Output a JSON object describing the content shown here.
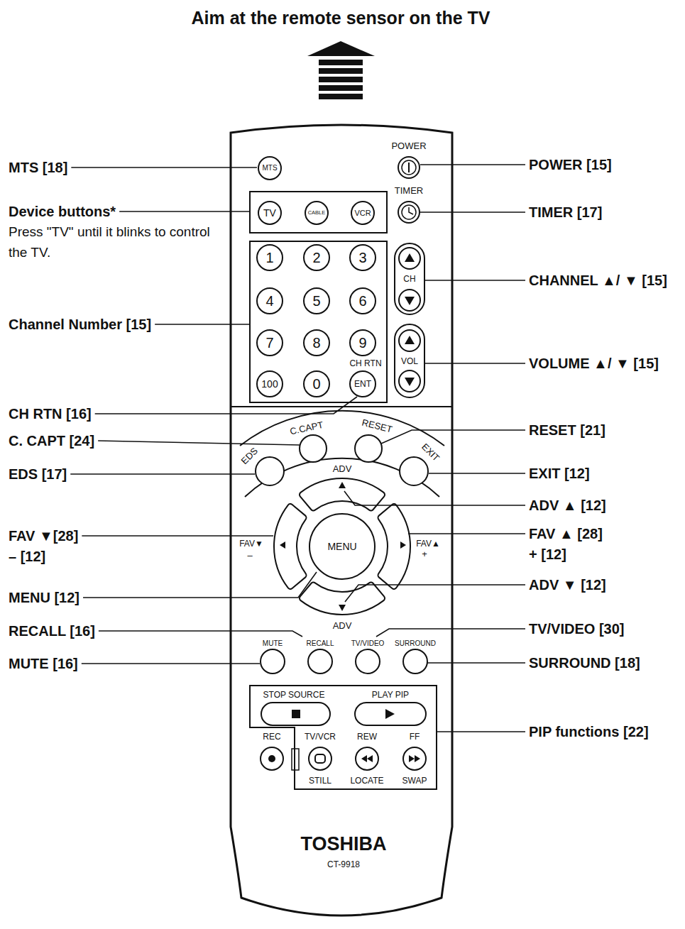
{
  "diagram": {
    "title": "Aim at the remote sensor on the TV",
    "nodes": [
      {
        "text": [
          "TOSHIBA",
          "CT-9918"
        ]
      },
      {
        "text": [
          "MTS"
        ],
        "in": 0
      },
      {
        "text": [
          "TV"
        ],
        "in": 0
      },
      {
        "text": [
          "CABLE"
        ],
        "in": 0
      },
      {
        "text": [
          "VCR"
        ],
        "in": 0
      },
      {
        "text": [
          "1"
        ],
        "in": 0
      },
      {
        "text": [
          "2"
        ],
        "in": 0
      },
      {
        "text": [
          "3"
        ],
        "in": 0
      },
      {
        "text": [
          "4"
        ],
        "in": 0
      },
      {
        "text": [
          "5"
        ],
        "in": 0
      },
      {
        "text": [
          "6"
        ],
        "in": 0
      },
      {
        "text": [
          "7"
        ],
        "in": 0
      },
      {
        "text": [
          "8"
        ],
        "in": 0
      },
      {
        "text": [
          "9"
        ],
        "in": 0
      },
      {
        "text": [
          "100"
        ],
        "in": 0
      },
      {
        "text": [
          "0"
        ],
        "in": 0
      },
      {
        "text": [
          "ENT"
        ],
        "in": 0
      },
      {
        "text": [
          "MENU"
        ],
        "in": 0
      }
    ],
    "labels": [
      "MTS [18]",
      "Device buttons*",
      "Press \"TV\" until it blinks to control the TV.",
      "Channel Number [15]",
      "CH RTN [16]",
      "C. CAPT [24]",
      "EDS [17]",
      "FAV ▼[28]",
      "– [12]",
      "MENU [12]",
      "RECALL [16]",
      "MUTE [16]",
      "POWER [15]",
      "TIMER [17]",
      "CHANNEL ▲/ ▼ [15]",
      "VOLUME ▲/ ▼ [15]",
      "RESET [21]",
      "EXIT [12]",
      "ADV ▲ [12]",
      "FAV ▲ [28]",
      "+ [12]",
      "ADV ▼ [12]",
      "TV/VIDEO [30]",
      "SURROUND [18]",
      "PIP functions [22]",
      "POWER",
      "TIMER",
      "CH",
      "VOL",
      "CH RTN",
      "C.CAPT",
      "RESET",
      "EDS",
      "EXIT",
      "ADV",
      "FAV▼",
      "–",
      "FAV▲",
      "+",
      "ADV",
      "MUTE",
      "RECALL",
      "TV/VIDEO",
      "SURROUND",
      "STOP SOURCE",
      "PLAY PIP",
      "REC",
      "TV/VCR",
      "REW",
      "FF",
      "STILL",
      "LOCATE",
      "SWAP"
    ]
  }
}
